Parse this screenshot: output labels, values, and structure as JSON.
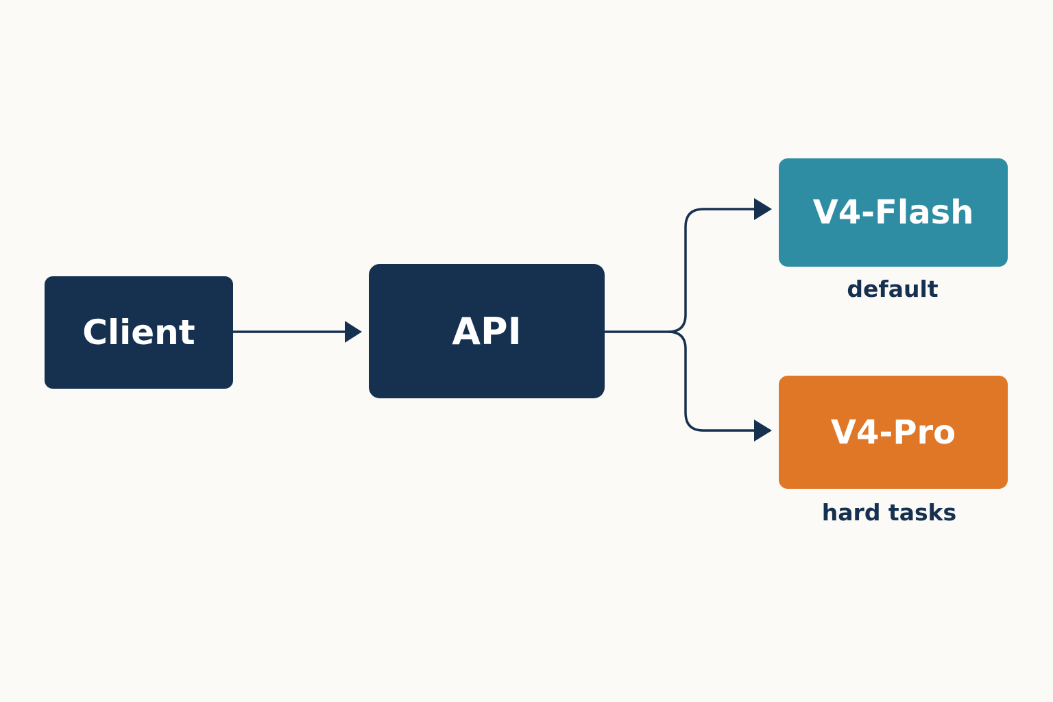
{
  "colors": {
    "background": "#FBFAF6",
    "navy": "#16304F",
    "teal": "#2E8DA3",
    "orange": "#DF7726",
    "text_light": "#FFFFFF",
    "text_dark": "#16304F"
  },
  "nodes": {
    "client": {
      "label": "Client"
    },
    "api": {
      "label": "API"
    },
    "flash": {
      "label": "V4-Flash",
      "caption": "default"
    },
    "pro": {
      "label": "V4-Pro",
      "caption": "hard tasks"
    }
  }
}
